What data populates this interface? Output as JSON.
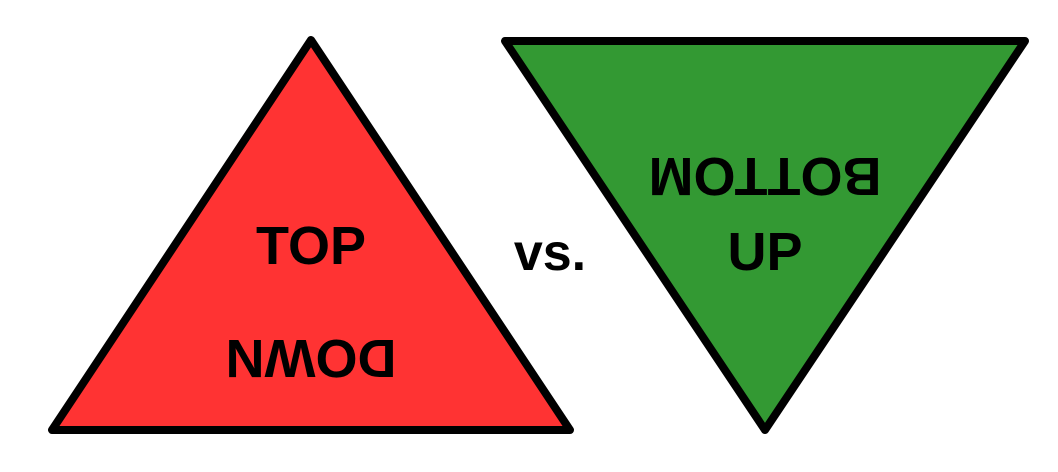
{
  "left_shape": {
    "line1": "TOP",
    "line2": "DOWN",
    "fill": "#ff3333",
    "stroke": "#000000"
  },
  "separator": {
    "text": "vs."
  },
  "right_shape": {
    "line1": "BOTTOM",
    "line2": "UP",
    "fill": "#339933",
    "stroke": "#000000"
  }
}
